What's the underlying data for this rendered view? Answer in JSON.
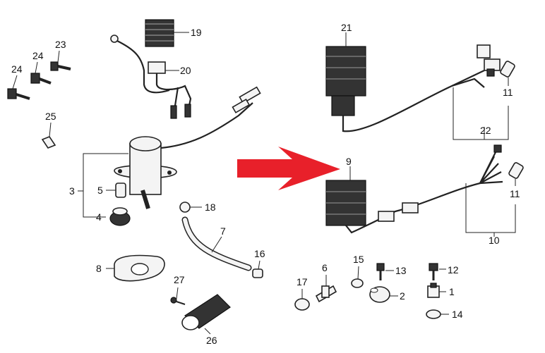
{
  "diagram": {
    "callouts": [
      {
        "id": "19",
        "label": "19"
      },
      {
        "id": "20",
        "label": "20"
      },
      {
        "id": "21",
        "label": "21"
      },
      {
        "id": "22",
        "label": "22"
      },
      {
        "id": "23",
        "label": "23"
      },
      {
        "id": "24a",
        "label": "24"
      },
      {
        "id": "24b",
        "label": "24"
      },
      {
        "id": "25",
        "label": "25"
      },
      {
        "id": "3",
        "label": "3"
      },
      {
        "id": "5",
        "label": "5"
      },
      {
        "id": "4",
        "label": "4"
      },
      {
        "id": "18",
        "label": "18"
      },
      {
        "id": "7",
        "label": "7"
      },
      {
        "id": "8",
        "label": "8"
      },
      {
        "id": "16",
        "label": "16"
      },
      {
        "id": "27",
        "label": "27"
      },
      {
        "id": "26",
        "label": "26"
      },
      {
        "id": "9",
        "label": "9"
      },
      {
        "id": "11a",
        "label": "11"
      },
      {
        "id": "11b",
        "label": "11"
      },
      {
        "id": "10",
        "label": "10"
      },
      {
        "id": "15",
        "label": "15"
      },
      {
        "id": "13",
        "label": "13"
      },
      {
        "id": "12",
        "label": "12"
      },
      {
        "id": "6",
        "label": "6"
      },
      {
        "id": "17",
        "label": "17"
      },
      {
        "id": "2",
        "label": "2"
      },
      {
        "id": "1",
        "label": "1"
      },
      {
        "id": "14",
        "label": "14"
      }
    ],
    "arrow_color": "#e8202a",
    "line_color": "#222222"
  }
}
